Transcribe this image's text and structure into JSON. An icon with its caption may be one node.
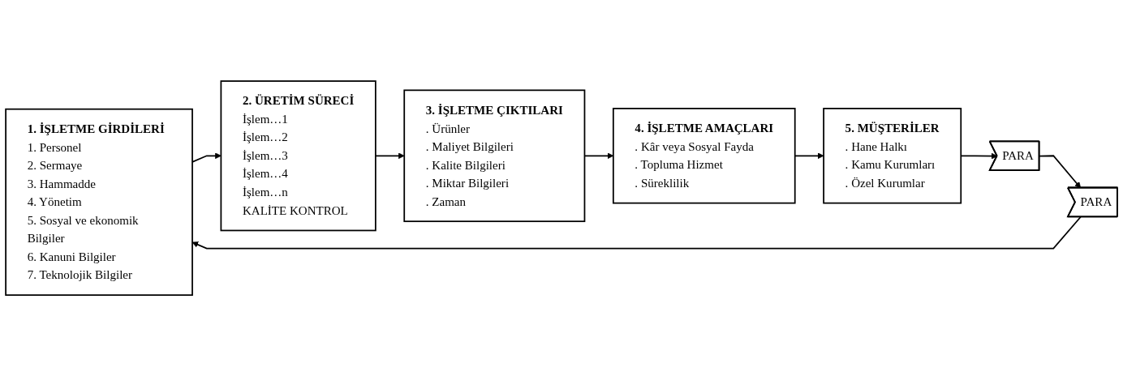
{
  "diagram": {
    "nodes": [
      {
        "text": [
          "1. İŞLETME GİRDİLERİ",
          "1. Personel",
          "2. Sermaye",
          "3. Hammadde",
          "4. Yönetim",
          "5. Sosyal ve ekonomik Bilgiler",
          "6. Kanuni Bilgiler",
          "7. Teknolojik Bilgiler"
        ]
      },
      {
        "text": [
          "2. ÜRETİM SÜRECİ",
          "İşlem…1",
          "İşlem…2",
          "İşlem…3",
          "İşlem…4",
          "İşlem…n",
          "KALİTE KONTROL"
        ]
      },
      {
        "text": [
          "3. İŞLETME ÇIKTILARI",
          ". Ürünler",
          ". Maliyet Bilgileri",
          ". Kalite Bilgileri",
          ". Miktar Bilgileri",
          ". Zaman"
        ]
      },
      {
        "text": [
          "4. İŞLETME AMAÇLARI",
          ". Kâr veya Sosyal Fayda",
          ". Topluma Hizmet",
          ". Süreklilik"
        ]
      },
      {
        "text": [
          "5. MÜŞTERİLER",
          ". Hane Halkı",
          ". Kamu Kurumları",
          ". Özel Kurumlar"
        ]
      },
      {
        "text": [
          "PARA"
        ]
      },
      {
        "text": [
          "PARA"
        ]
      }
    ],
    "edges": [
      {
        "from": 0,
        "to": 1,
        "arrow": "to"
      },
      {
        "from": 1,
        "to": 2,
        "arrow": "to"
      },
      {
        "from": 2,
        "to": 3,
        "arrow": "to"
      },
      {
        "from": 3,
        "to": 4,
        "arrow": "to"
      },
      {
        "from": 4,
        "to": 5,
        "arrow": "to"
      },
      {
        "from": 5,
        "to": 6,
        "arrow": "to"
      },
      {
        "from": 6,
        "to": 0,
        "arrow": "to"
      }
    ]
  }
}
